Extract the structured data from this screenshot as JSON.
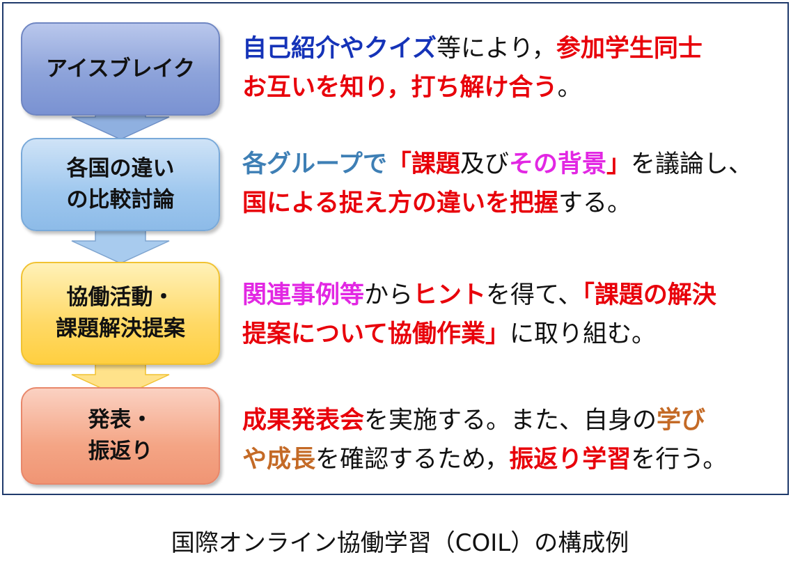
{
  "steps": [
    {
      "lines": [
        "アイスブレイク"
      ]
    },
    {
      "lines": [
        "各国の違い",
        "の比較討論"
      ]
    },
    {
      "lines": [
        "協働活動・",
        "課題解決提案"
      ]
    },
    {
      "lines": [
        "発表・",
        "振返り"
      ]
    }
  ],
  "descriptions": [
    {
      "line1": [
        {
          "text": "自己紹介やクイズ",
          "style": "blue"
        },
        {
          "text": "等により，",
          "style": "plain"
        },
        {
          "text": "参加学生同士",
          "style": "red"
        }
      ],
      "line2": [
        {
          "text": "お互いを知り，打ち解け合う",
          "style": "red"
        },
        {
          "text": "。",
          "style": "plain"
        }
      ]
    },
    {
      "line1": [
        {
          "text": "各グループで",
          "style": "steel"
        },
        {
          "text": "「課題",
          "style": "red"
        },
        {
          "text": "及び",
          "style": "plain"
        },
        {
          "text": "その背景",
          "style": "mag"
        },
        {
          "text": "」",
          "style": "red"
        },
        {
          "text": "を議論し、",
          "style": "plain"
        }
      ],
      "line2": [
        {
          "text": "国による捉え方の違いを把握",
          "style": "red"
        },
        {
          "text": "する。",
          "style": "plain"
        }
      ]
    },
    {
      "line1": [
        {
          "text": "関連事例等",
          "style": "mag"
        },
        {
          "text": "から",
          "style": "plain"
        },
        {
          "text": "ヒント",
          "style": "red"
        },
        {
          "text": "を得て、",
          "style": "plain"
        },
        {
          "text": "「課題の解決",
          "style": "red"
        }
      ],
      "line2": [
        {
          "text": "提案について協働作業」",
          "style": "red"
        },
        {
          "text": "に取り組む。",
          "style": "plain"
        }
      ]
    },
    {
      "line1": [
        {
          "text": "成果発表会",
          "style": "red"
        },
        {
          "text": "を実施する。また、自身の",
          "style": "plain"
        },
        {
          "text": "学び",
          "style": "brown"
        }
      ],
      "line2": [
        {
          "text": "や成長",
          "style": "brown"
        },
        {
          "text": "を確認するため，",
          "style": "plain"
        },
        {
          "text": "振返り学習",
          "style": "red"
        },
        {
          "text": "を行う。",
          "style": "plain"
        }
      ]
    }
  ],
  "caption": "国際オンライン協働学習（COIL）の構成例",
  "colors": {
    "arrow_fill": "#a8c6e8",
    "arrow_stroke": "#7ea4cf"
  }
}
